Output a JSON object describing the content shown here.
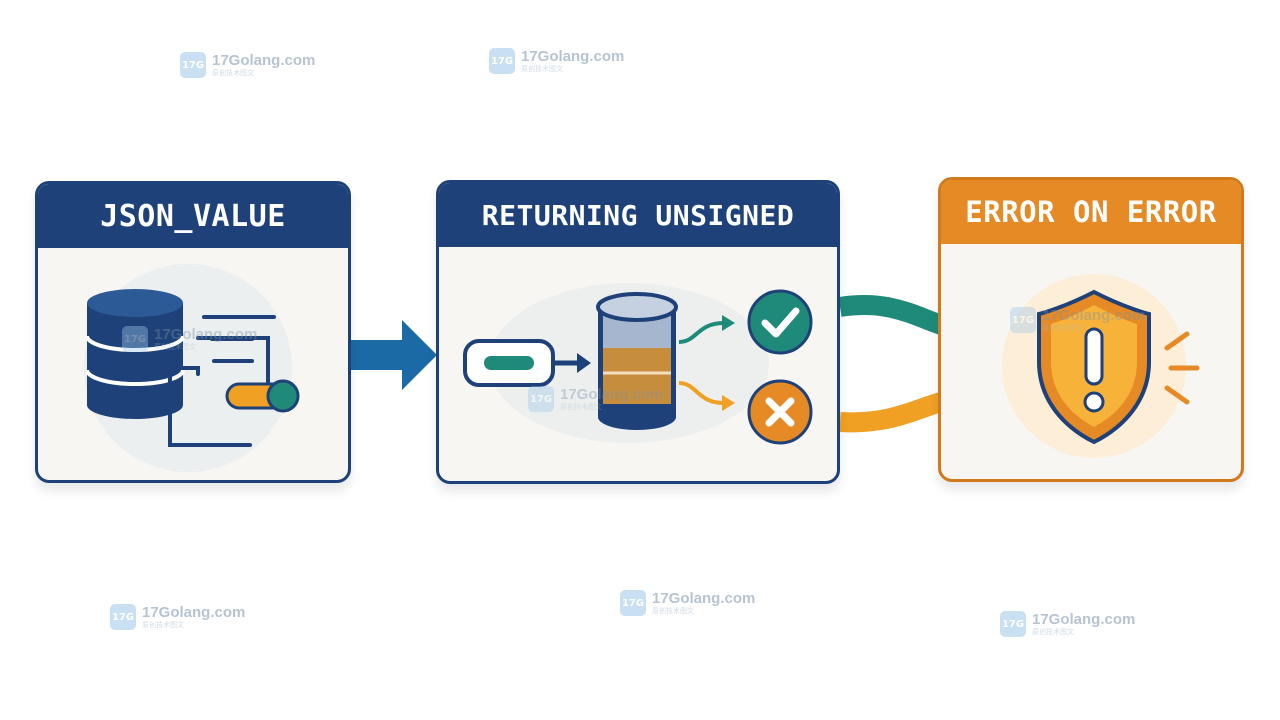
{
  "cards": [
    {
      "id": "json_value",
      "title": "JSON_VALUE"
    },
    {
      "id": "returning",
      "title": "RETURNING UNSIGNED"
    },
    {
      "id": "error",
      "title": "ERROR ON ERROR"
    }
  ],
  "watermark": {
    "text": "17Golang.com",
    "subtext": "原创技术图文",
    "logo_text": "17G"
  },
  "colors": {
    "navy": "#1d4178",
    "orange": "#e58a25",
    "teal": "#1f8a7a",
    "blue_arrow": "#1b6aa5"
  }
}
